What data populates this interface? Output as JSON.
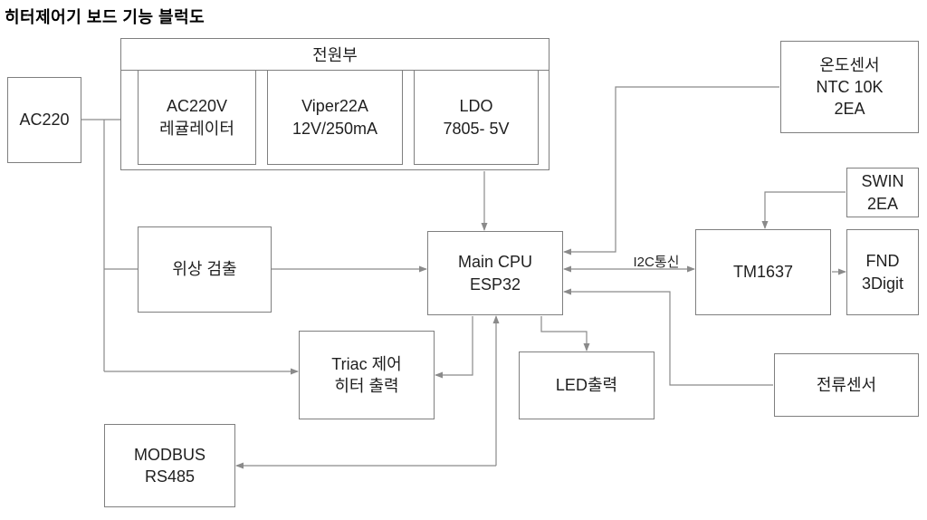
{
  "title": "히터제어기 보드 기능 블럭도",
  "power_section": {
    "title": "전원부"
  },
  "blocks": {
    "ac220": {
      "label": "AC220"
    },
    "regulator": {
      "label": "AC220V\n레귤레이터"
    },
    "viper": {
      "label": "Viper22A\n12V/250mA"
    },
    "ldo": {
      "label": "LDO\n7805- 5V"
    },
    "temp_sensor": {
      "label": "온도센서\nNTC 10K\n2EA"
    },
    "swin": {
      "label": "SWIN\n2EA"
    },
    "phase_detect": {
      "label": "위상 검출"
    },
    "main_cpu": {
      "label": "Main CPU\nESP32"
    },
    "tm1637": {
      "label": "TM1637"
    },
    "fnd": {
      "label": "FND\n3Digit"
    },
    "triac": {
      "label": "Triac 제어\n히터 출력"
    },
    "led_output": {
      "label": "LED출력"
    },
    "current_sensor": {
      "label": "전류센서"
    },
    "modbus": {
      "label": "MODBUS\nRS485"
    }
  },
  "connection_labels": {
    "i2c": "I2C통신"
  },
  "colors": {
    "background": "#ffffff",
    "box_border": "#7f7f7f",
    "connector": "#8a8a8a",
    "text": "#1f1f1f"
  }
}
